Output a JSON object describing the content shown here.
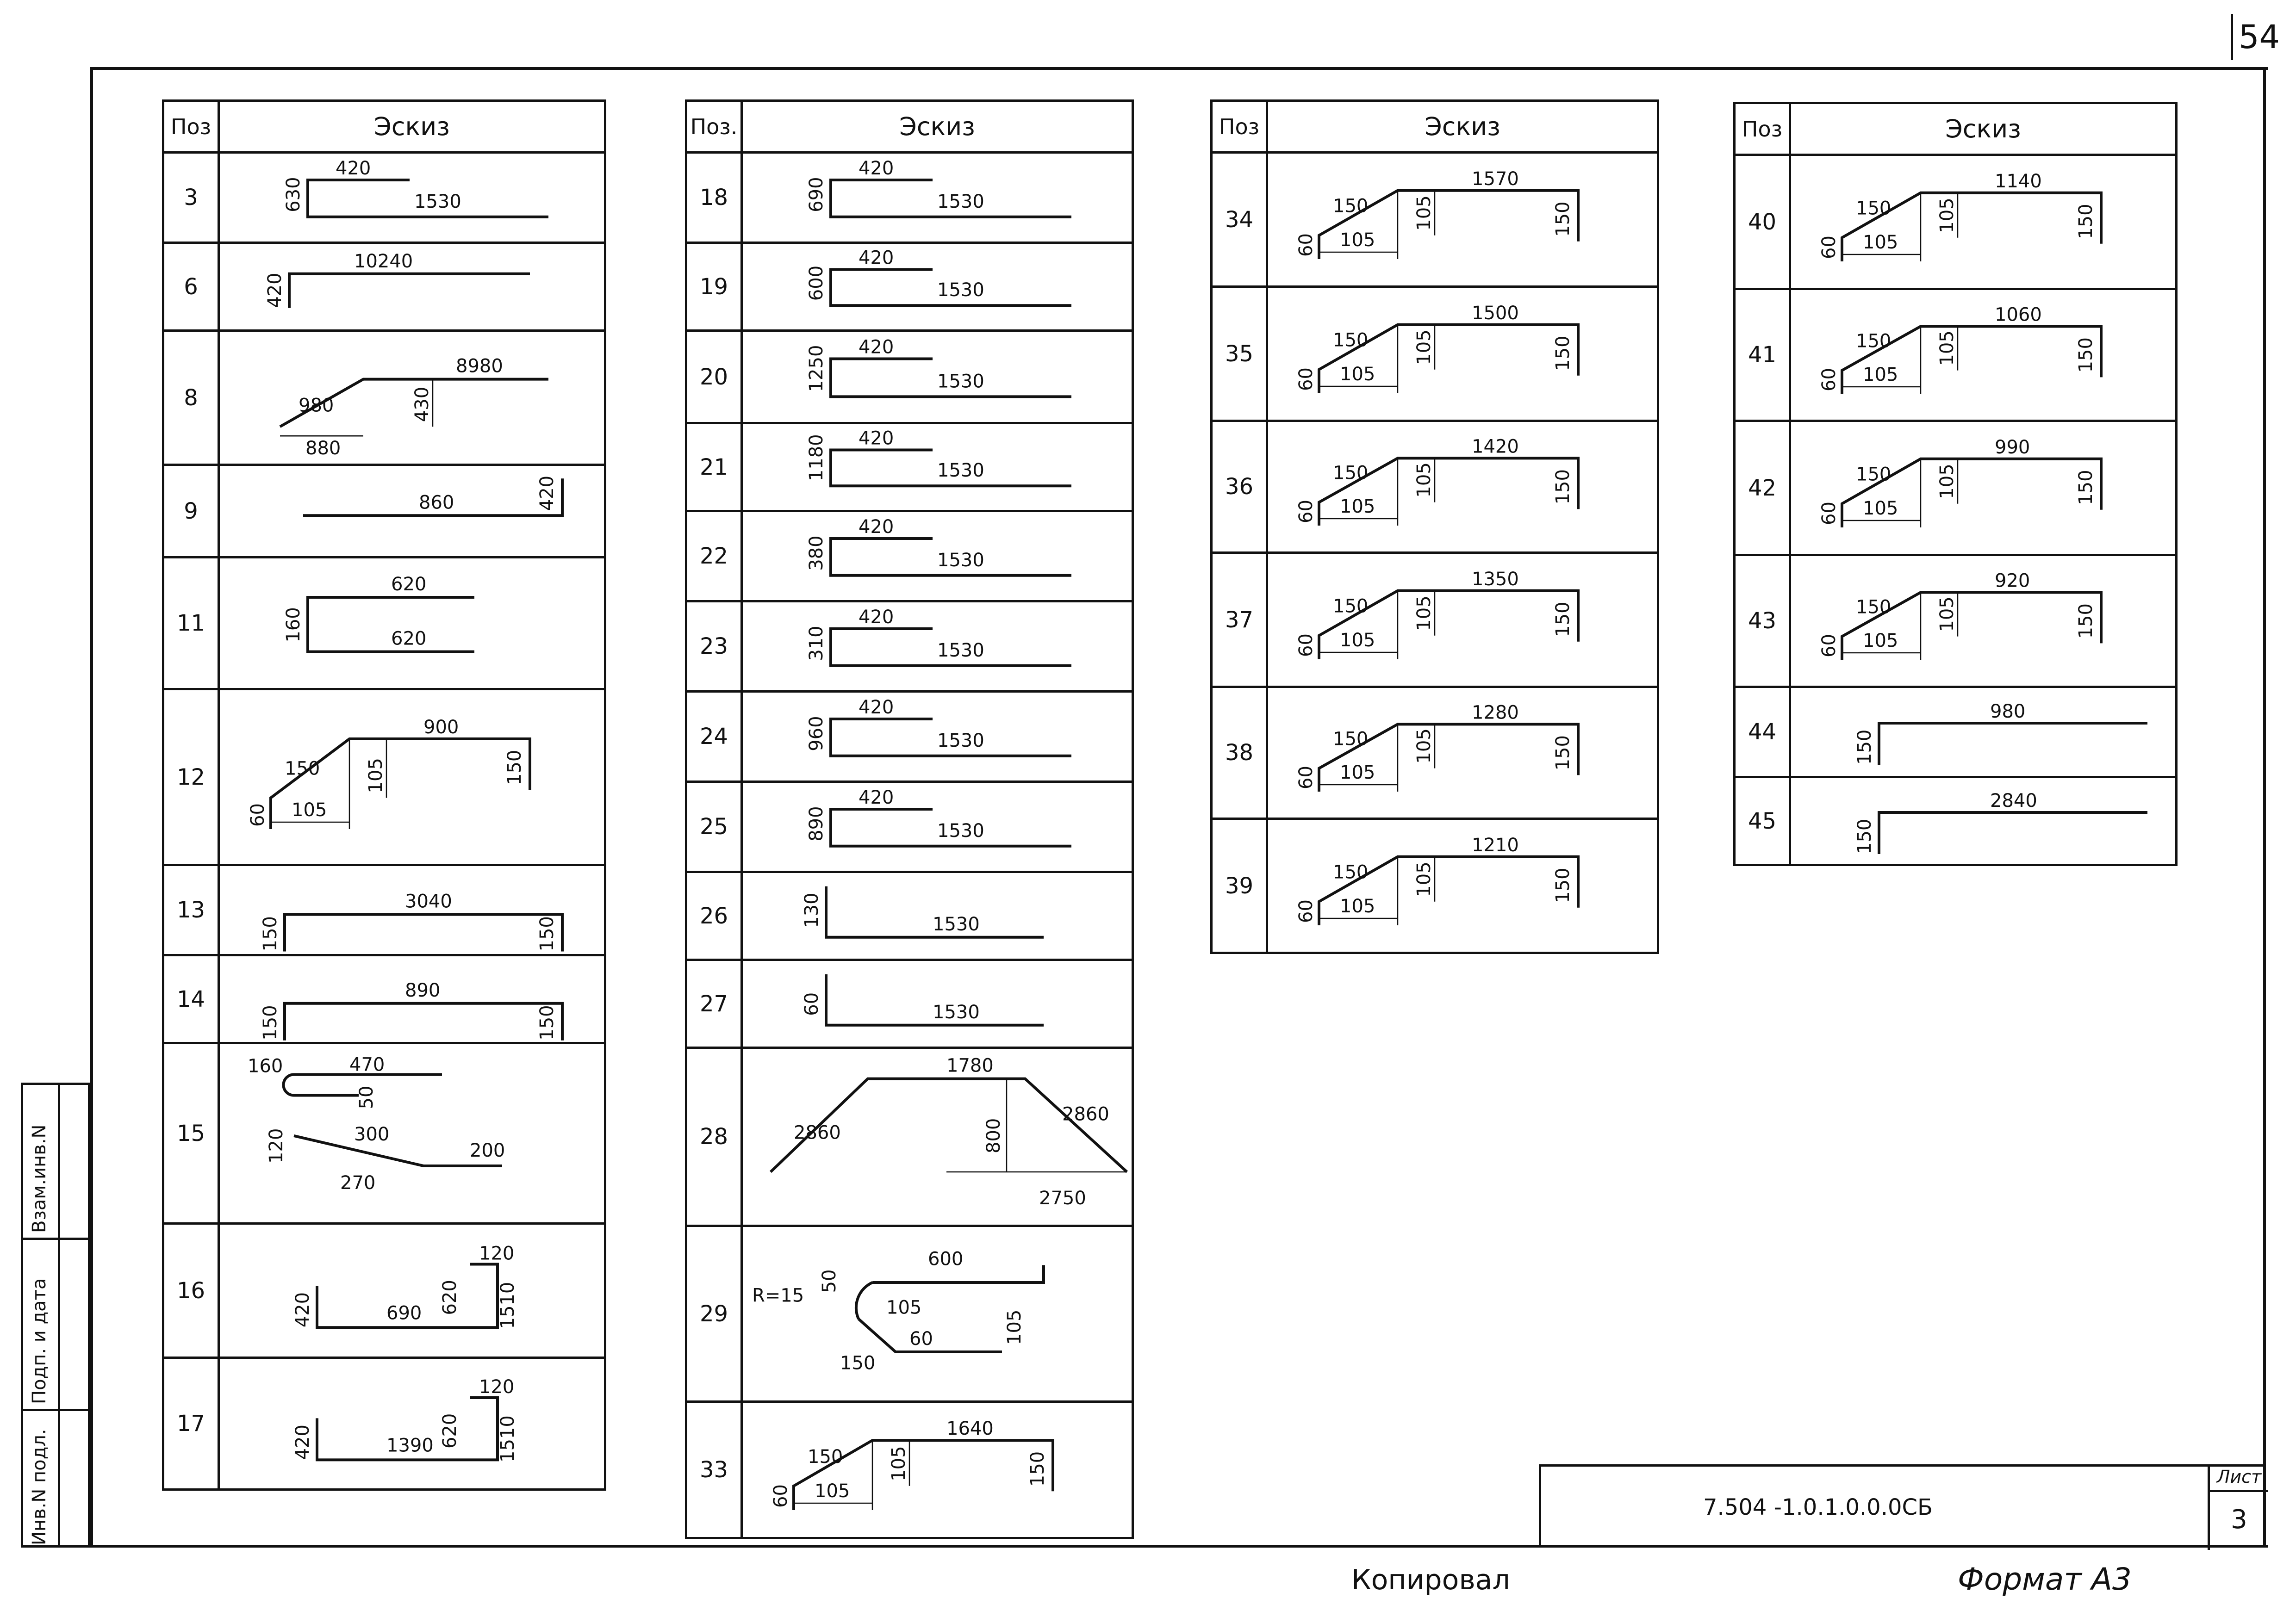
{
  "sheet_corner": "54",
  "headers": {
    "pos_a": "Поз",
    "pos_b": "Поз.",
    "sketch": "Эскиз"
  },
  "columns": [
    {
      "rows": [
        {
          "pos": "3",
          "dims": [
            "420",
            "630",
            "1530"
          ]
        },
        {
          "pos": "6",
          "dims": [
            "10240",
            "420"
          ]
        },
        {
          "pos": "8",
          "dims": [
            "980",
            "8980",
            "430",
            "880"
          ]
        },
        {
          "pos": "9",
          "dims": [
            "860",
            "420"
          ]
        },
        {
          "pos": "11",
          "dims": [
            "620",
            "160",
            "620"
          ]
        },
        {
          "pos": "12",
          "dims": [
            "150",
            "900",
            "105",
            "150",
            "60",
            "105"
          ]
        },
        {
          "pos": "13",
          "dims": [
            "3040",
            "150",
            "150"
          ]
        },
        {
          "pos": "14",
          "dims": [
            "890",
            "150",
            "150"
          ]
        },
        {
          "pos": "15",
          "dims": [
            "160",
            "470",
            "50",
            "300",
            "200",
            "120",
            "270"
          ]
        },
        {
          "pos": "16",
          "dims": [
            "120",
            "620",
            "1510",
            "420",
            "690"
          ]
        },
        {
          "pos": "17",
          "dims": [
            "120",
            "620",
            "1510",
            "420",
            "1390"
          ]
        }
      ]
    },
    {
      "rows": [
        {
          "pos": "18",
          "dims": [
            "420",
            "690",
            "1530"
          ]
        },
        {
          "pos": "19",
          "dims": [
            "420",
            "600",
            "1530"
          ]
        },
        {
          "pos": "20",
          "dims": [
            "420",
            "1250",
            "1530"
          ]
        },
        {
          "pos": "21",
          "dims": [
            "420",
            "1180",
            "1530"
          ]
        },
        {
          "pos": "22",
          "dims": [
            "420",
            "380",
            "1530"
          ]
        },
        {
          "pos": "23",
          "dims": [
            "420",
            "310",
            "1530"
          ]
        },
        {
          "pos": "24",
          "dims": [
            "420",
            "960",
            "1530"
          ]
        },
        {
          "pos": "25",
          "dims": [
            "420",
            "890",
            "1530"
          ]
        },
        {
          "pos": "26",
          "dims": [
            "130",
            "1530"
          ]
        },
        {
          "pos": "27",
          "dims": [
            "60",
            "1530"
          ]
        },
        {
          "pos": "28",
          "dims": [
            "2860",
            "1780",
            "2860",
            "800",
            "2750"
          ]
        },
        {
          "pos": "29",
          "dims": [
            "600",
            "R=15",
            "50",
            "105",
            "60",
            "105",
            "150"
          ]
        },
        {
          "pos": "33",
          "dims": [
            "150",
            "1640",
            "105",
            "150",
            "60",
            "105"
          ]
        }
      ]
    },
    {
      "rows": [
        {
          "pos": "34",
          "dims": [
            "150",
            "1570",
            "105",
            "150",
            "60",
            "105"
          ]
        },
        {
          "pos": "35",
          "dims": [
            "150",
            "1500",
            "105",
            "150",
            "60",
            "105"
          ]
        },
        {
          "pos": "36",
          "dims": [
            "150",
            "1420",
            "105",
            "150",
            "60",
            "105"
          ]
        },
        {
          "pos": "37",
          "dims": [
            "150",
            "1350",
            "105",
            "150",
            "60",
            "105"
          ]
        },
        {
          "pos": "38",
          "dims": [
            "150",
            "1280",
            "105",
            "150",
            "60",
            "105"
          ]
        },
        {
          "pos": "39",
          "dims": [
            "150",
            "1210",
            "105",
            "150",
            "60",
            "105"
          ]
        }
      ]
    },
    {
      "rows": [
        {
          "pos": "40",
          "dims": [
            "150",
            "1140",
            "105",
            "150",
            "60",
            "105"
          ]
        },
        {
          "pos": "41",
          "dims": [
            "150",
            "1060",
            "105",
            "150",
            "60",
            "105"
          ]
        },
        {
          "pos": "42",
          "dims": [
            "150",
            "990",
            "105",
            "150",
            "60",
            "105"
          ]
        },
        {
          "pos": "43",
          "dims": [
            "150",
            "920",
            "105",
            "150",
            "60",
            "105"
          ]
        },
        {
          "pos": "44",
          "dims": [
            "980",
            "150"
          ]
        },
        {
          "pos": "45",
          "dims": [
            "2840",
            "150"
          ]
        }
      ]
    }
  ],
  "stamp": {
    "inv_no": "Инв.N подл.",
    "sign_date": "Подп. и дата",
    "replaced": "Взам.инв.N"
  },
  "title_block": {
    "doc_number": "7.504    -1.0.1.0.0.0СБ",
    "list_label": "Лист",
    "list_no": "3"
  },
  "footer": {
    "copied": "Копировал",
    "format": "Формат А3"
  }
}
